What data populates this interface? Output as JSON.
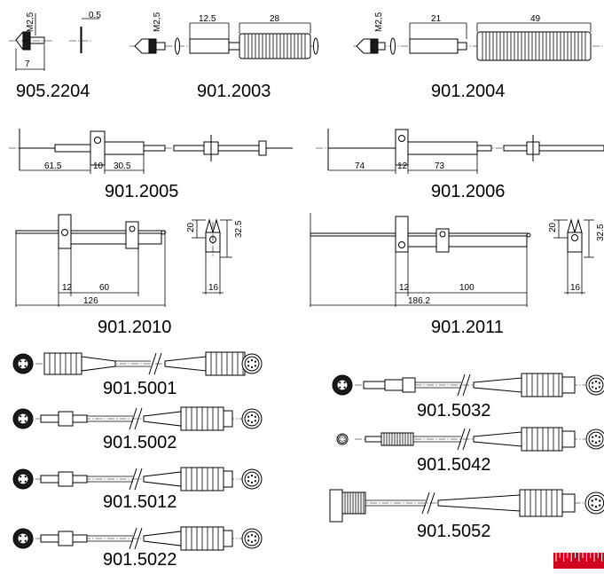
{
  "parts": [
    {
      "code": "905.2204",
      "dims": [
        "M2,5",
        "0.5",
        "7"
      ]
    },
    {
      "code": "901.2003",
      "dims": [
        "M2,5",
        "12.5",
        "28"
      ]
    },
    {
      "code": "901.2004",
      "dims": [
        "M2,5",
        "21",
        "49"
      ]
    },
    {
      "code": "901.2005",
      "dims": [
        "61.5",
        "10",
        "30.5"
      ]
    },
    {
      "code": "901.2006",
      "dims": [
        "74",
        "12",
        "73"
      ]
    },
    {
      "code": "901.2010",
      "dims": [
        "12",
        "60",
        "126",
        "20",
        "32.5",
        "16"
      ]
    },
    {
      "code": "901.2011",
      "dims": [
        "12",
        "100",
        "186.2",
        "20",
        "32.5",
        "16"
      ]
    },
    {
      "code": "901.5001",
      "dims": []
    },
    {
      "code": "901.5002",
      "dims": []
    },
    {
      "code": "901.5012",
      "dims": []
    },
    {
      "code": "901.5022",
      "dims": []
    },
    {
      "code": "901.5032",
      "dims": []
    },
    {
      "code": "901.5042",
      "dims": []
    },
    {
      "code": "901.5052",
      "dims": []
    }
  ],
  "colors": {
    "line": "#000000",
    "accent": "#d0021b",
    "background": "#ffffff"
  },
  "icons": [
    "ruler-logo-icon"
  ]
}
